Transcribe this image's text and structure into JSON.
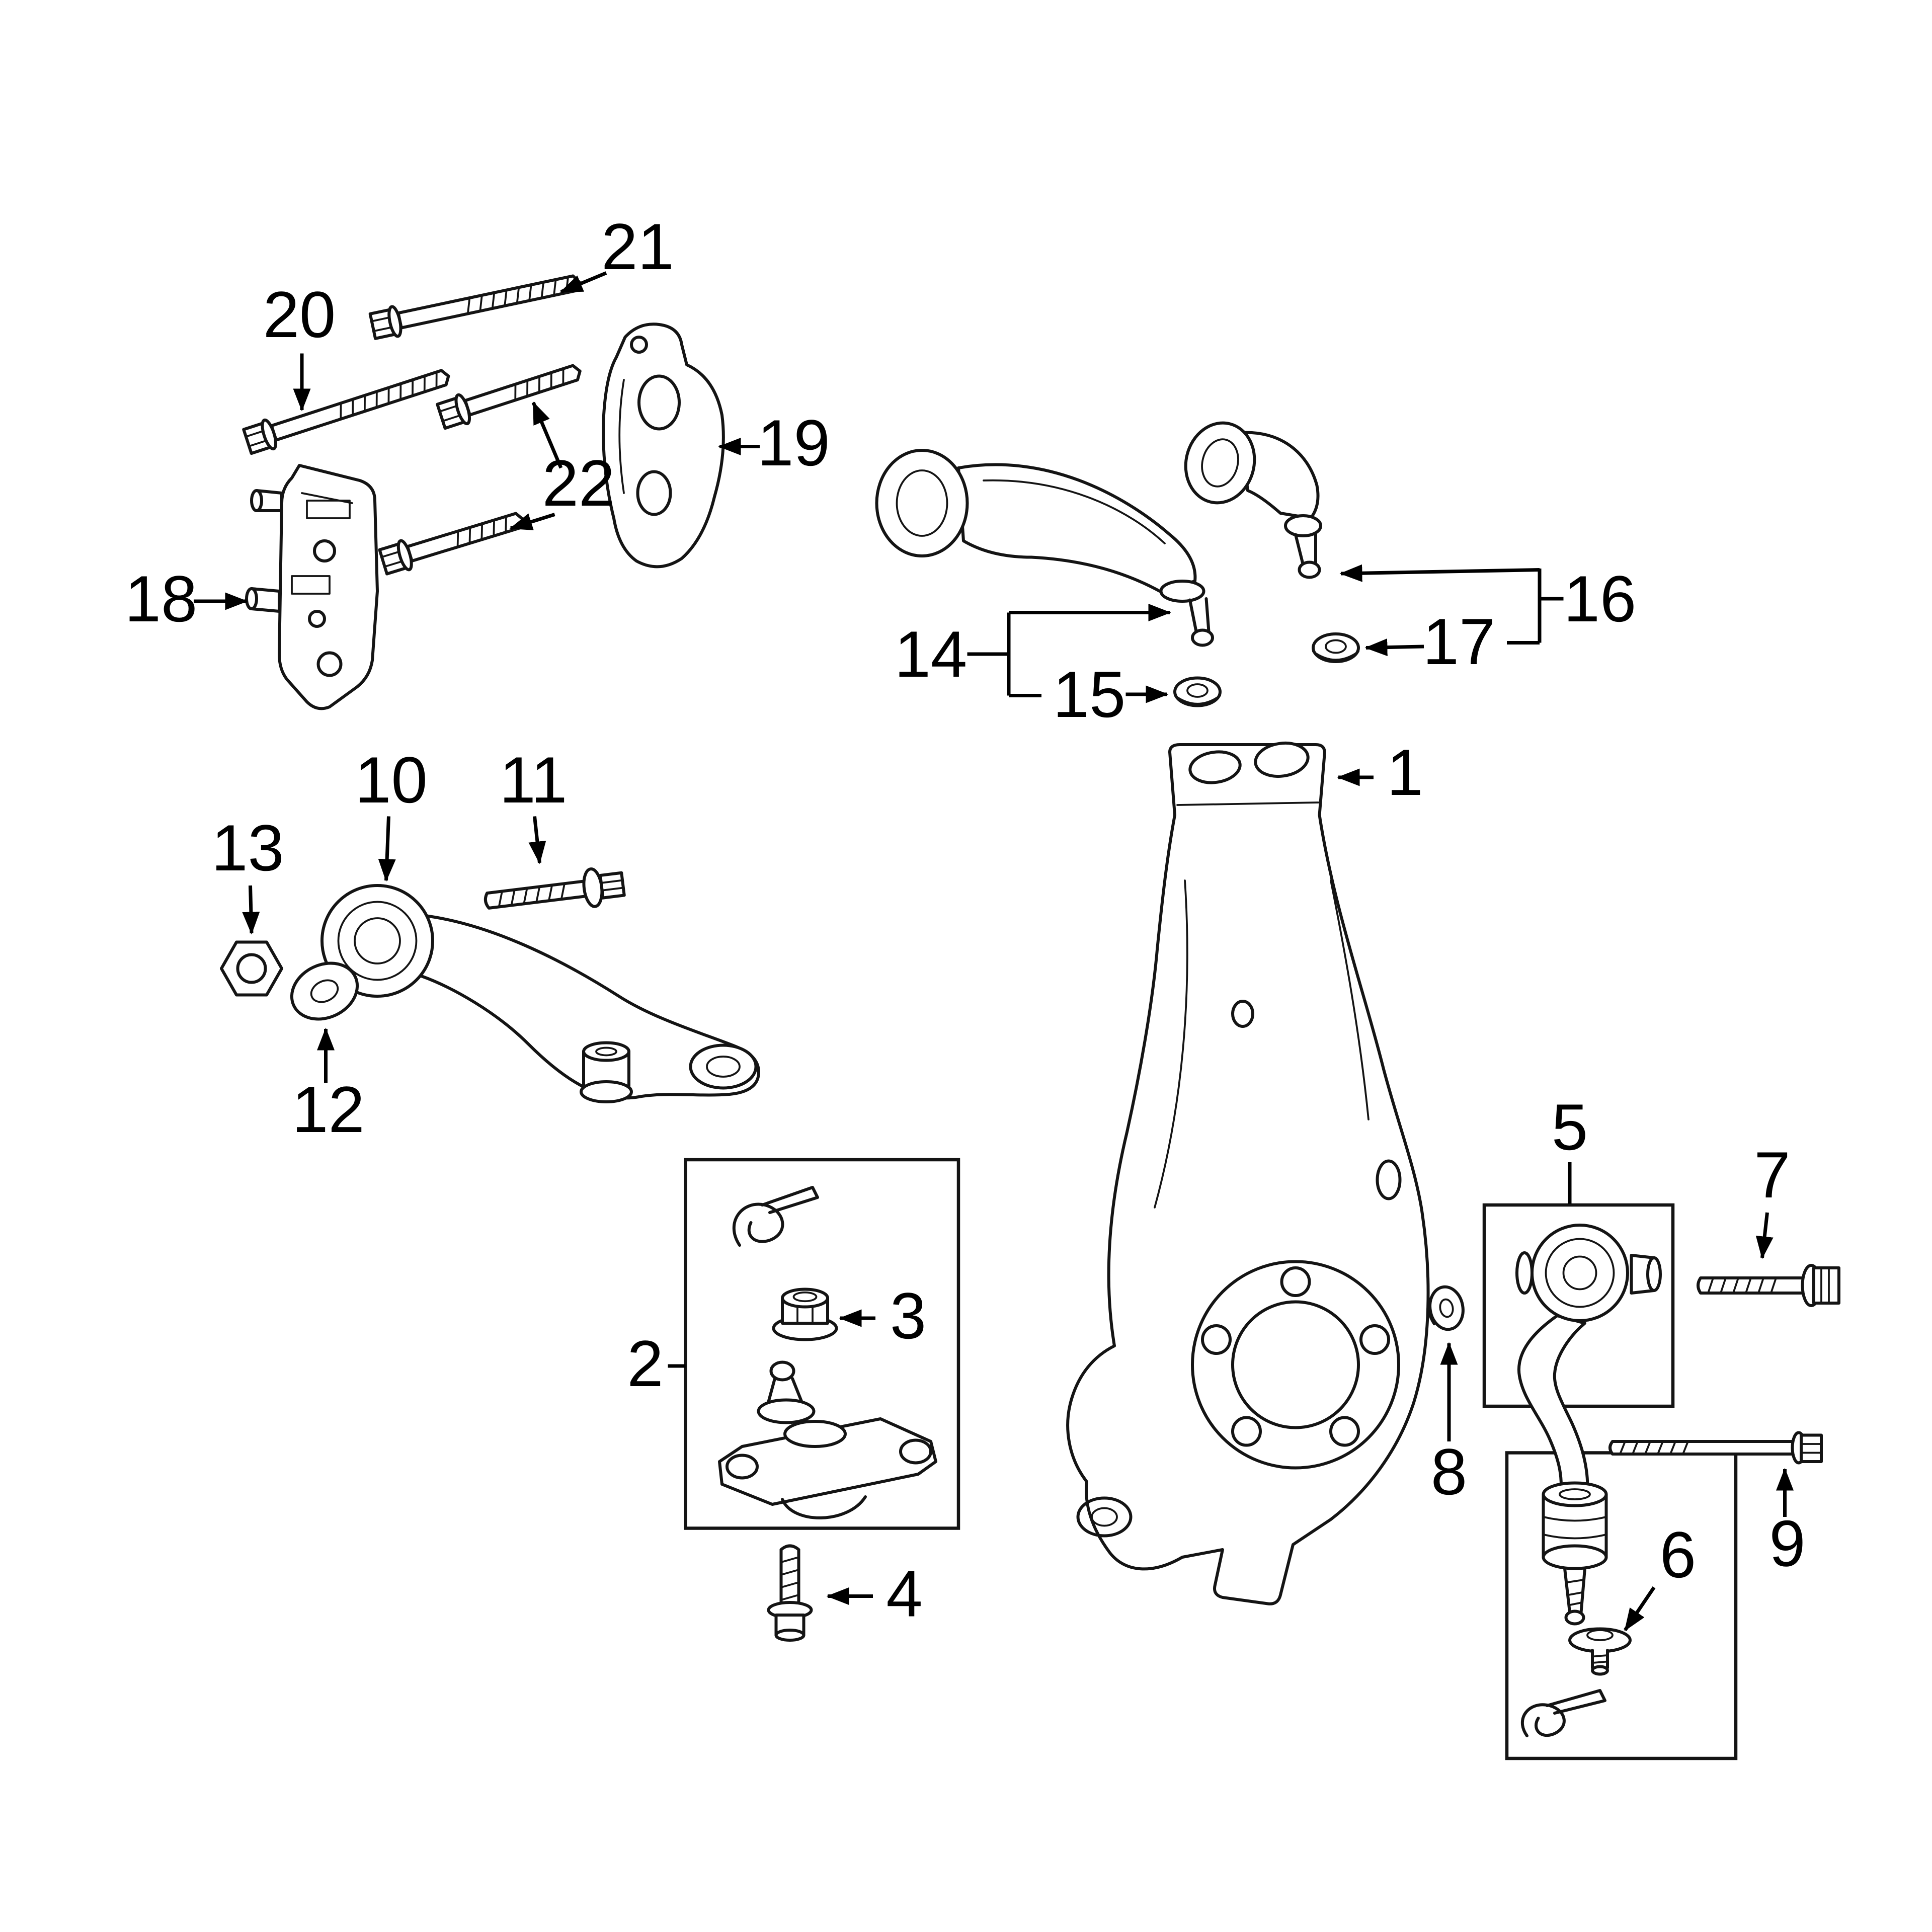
{
  "page": {
    "background": "#ffffff"
  },
  "diagram": {
    "type": "exploded-parts-diagram",
    "subject": "front suspension components with numbered callouts",
    "line_color": "#141414",
    "label_color": "#000000",
    "callouts": [
      {
        "label": "1",
        "part": "steering-knuckle"
      },
      {
        "label": "2",
        "part": "lower-ball-joint-kit"
      },
      {
        "label": "3",
        "part": "ball-joint-nut"
      },
      {
        "label": "4",
        "part": "ball-joint-bolt"
      },
      {
        "label": "5",
        "part": "compression-arm-assembly"
      },
      {
        "label": "6",
        "part": "retainer-washer"
      },
      {
        "label": "7",
        "part": "compression-arm-bolt"
      },
      {
        "label": "8",
        "part": "small-washer"
      },
      {
        "label": "9",
        "part": "long-through-bolt"
      },
      {
        "label": "10",
        "part": "lower-control-arm"
      },
      {
        "label": "11",
        "part": "control-arm-bolt"
      },
      {
        "label": "12",
        "part": "adjusting-cam-washer"
      },
      {
        "label": "13",
        "part": "lock-nut"
      },
      {
        "label": "14",
        "part": "upper-control-arm-front"
      },
      {
        "label": "15",
        "part": "stud-nut"
      },
      {
        "label": "16",
        "part": "upper-control-arm-rear"
      },
      {
        "label": "17",
        "part": "stud-nut"
      },
      {
        "label": "18",
        "part": "mounting-bracket-left"
      },
      {
        "label": "19",
        "part": "mounting-bracket-right"
      },
      {
        "label": "20",
        "part": "bracket-bolt"
      },
      {
        "label": "21",
        "part": "bracket-bolt"
      },
      {
        "label": "22",
        "part": "bracket-bolt-pair"
      }
    ]
  }
}
